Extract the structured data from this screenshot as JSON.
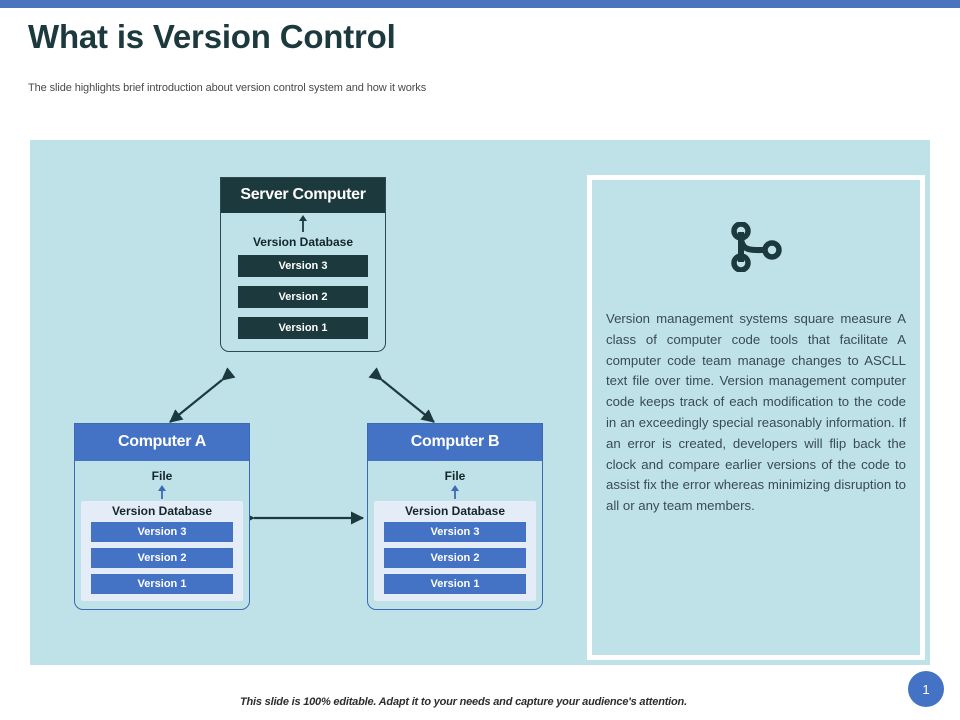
{
  "header": {
    "title": "What is Version Control",
    "subtitle": "The slide highlights brief introduction about version control system and how it works"
  },
  "colors": {
    "top_bar": "#4a74bd",
    "panel_bg": "#bfe2e9",
    "dark_teal": "#1c3a3e",
    "accent_blue": "#4472c4",
    "inner_panel": "#e4ecf8",
    "title_color": "#1c3a3e",
    "paragraph_color": "#3a4a52"
  },
  "diagram": {
    "server": {
      "title": "Server Computer",
      "database_label": "Version Database",
      "versions": [
        "Version 3",
        "Version 2",
        "Version 1"
      ]
    },
    "computers": [
      {
        "title": "Computer A",
        "file_label": "File",
        "database_label": "Version Database",
        "versions": [
          "Version 3",
          "Version 2",
          "Version 1"
        ]
      },
      {
        "title": "Computer B",
        "file_label": "File",
        "database_label": "Version Database",
        "versions": [
          "Version 3",
          "Version 2",
          "Version 1"
        ]
      }
    ],
    "connectors": [
      {
        "name": "server-to-computer-a",
        "style": "double-headed-diagonal"
      },
      {
        "name": "server-to-computer-b",
        "style": "double-headed-diagonal"
      },
      {
        "name": "computer-a-to-computer-b",
        "style": "double-headed-horizontal"
      }
    ]
  },
  "text_panel": {
    "icon": "git-branch-icon",
    "paragraph": "Version management systems square measure A class of computer code tools that facilitate A computer code team manage changes to ASCLL text file over time. Version management computer code keeps track of each modification to the code in an exceedingly special reasonably information. If an error is created, developers will flip back the clock and compare earlier versions of the code to assist fix the error whereas minimizing disruption to all or any team members."
  },
  "footer": {
    "note": "This slide is 100% editable. Adapt it to your needs and capture your audience's attention.",
    "page_number": "1"
  }
}
